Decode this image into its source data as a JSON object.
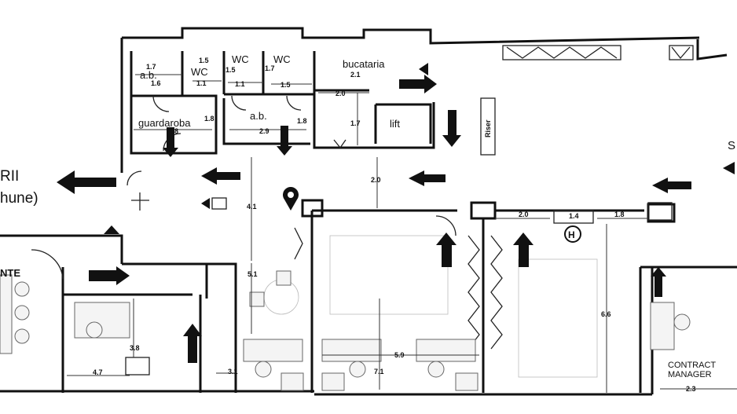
{
  "rooms": {
    "ab_1": "a.b.",
    "wc_1": "WC",
    "wc_2": "WC",
    "wc_3": "WC",
    "guardaroba": "guardaroba",
    "ab_2": "a.b.",
    "bucataria": "bucataria",
    "lift": "lift",
    "riser": "Riser",
    "contract_manager_line1": "CONTRACT",
    "contract_manager_line2": "MANAGER",
    "left_room": "NTE",
    "edge_right": "S"
  },
  "edge_labels": {
    "left_line1": "RII",
    "left_line2": "hune)"
  },
  "dimensions": {
    "d_1_7a": "1.7",
    "d_1_6": "1.6",
    "d_1_5a": "1.5",
    "d_1_1a": "1.1",
    "d_1_5b": "1.5",
    "d_1_1b": "1.1",
    "d_1_7b": "1.7",
    "d_1_5c": "1.5",
    "d_1_8a": "1.8",
    "d_8": "8",
    "d_2_9": "2.9",
    "d_1_8b": "1.8",
    "d_2_1": "2.1",
    "d_2_0a": "2.0",
    "d_1_7c": "1.7",
    "d_2_0b": "2.0",
    "d_4_1": "4.1",
    "d_2_0c": "2.0",
    "d_1_4": "1.4",
    "d_1_8c": "1.8",
    "d_5_1": "5.1",
    "d_3_8": "3.8",
    "d_4_7": "4.7",
    "d_3_1": "3.1",
    "d_5_9": "5.9",
    "d_7_1": "7.1",
    "d_6_6": "6.6",
    "d_2_3": "2.3"
  },
  "icons": {
    "hydrant": "H",
    "wifi_pin": "pin-icon"
  }
}
